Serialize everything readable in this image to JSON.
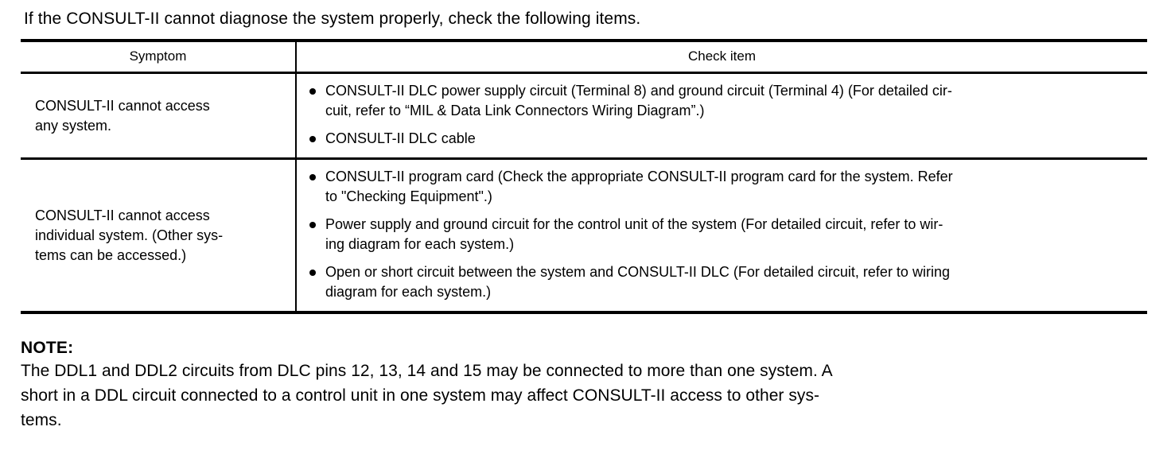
{
  "document": {
    "intro": "If the CONSULT-II cannot diagnose the system properly, check the following items."
  },
  "table": {
    "headers": {
      "symptom": "Symptom",
      "check_item": "Check item"
    },
    "rows": [
      {
        "symptom_lines": [
          "CONSULT-II cannot access",
          "any system."
        ],
        "check_items": [
          {
            "bullet": "filled-circle-bullet",
            "lines": [
              "CONSULT-II DLC power supply circuit (Terminal 8) and ground circuit (Terminal 4) (For detailed cir-",
              "cuit, refer to “MIL & Data Link Connectors Wiring Diagram”.)"
            ]
          },
          {
            "bullet": "filled-circle-bullet",
            "lines": [
              "CONSULT-II DLC cable"
            ]
          }
        ]
      },
      {
        "symptom_lines": [
          "CONSULT-II cannot access",
          "individual system. (Other sys-",
          "tems can be accessed.)"
        ],
        "check_items": [
          {
            "bullet": "filled-circle-bullet",
            "lines": [
              "CONSULT-II program card (Check the appropriate CONSULT-II program card for the system. Refer",
              "to \"Checking Equipment\".)"
            ]
          },
          {
            "bullet": "filled-circle-bullet",
            "lines": [
              "Power supply and ground circuit for the control unit of the system (For detailed circuit, refer to wir-",
              "ing diagram for each system.)"
            ]
          },
          {
            "bullet": "filled-circle-bullet",
            "lines": [
              "Open or short circuit between the system and CONSULT-II DLC (For detailed circuit, refer to wiring",
              "diagram for each system.)"
            ]
          }
        ]
      }
    ]
  },
  "note": {
    "title": "NOTE:",
    "lines": [
      "The DDL1 and DDL2 circuits from DLC pins 12, 13, 14 and 15 may be connected to more than one system. A",
      "short in a DDL circuit connected to a control unit in one system may affect CONSULT-II access to other sys-",
      "tems."
    ]
  },
  "colors": {
    "text": "#000000",
    "rule": "#000000",
    "background": "#ffffff"
  }
}
